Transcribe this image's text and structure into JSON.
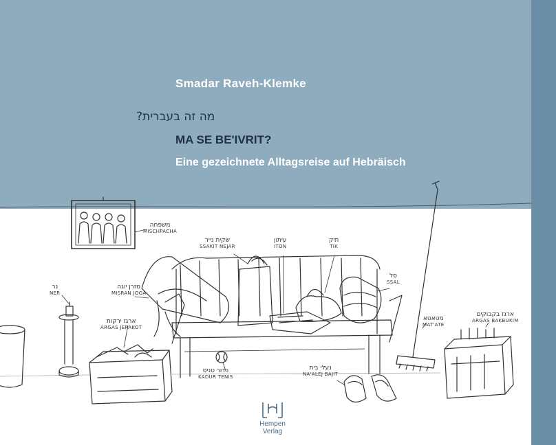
{
  "cover": {
    "author": "Smadar Raveh-Klemke",
    "hebrew_title": "מה זה בעברית?",
    "transliterated_title": "MA SE BE'IVRIT?",
    "subtitle": "Eine gezeichnete Alltagsreise auf Hebräisch",
    "publisher": "Hempen Verlag",
    "colors": {
      "sky": "#8facbf",
      "spine": "#6a8fa6",
      "text_dark": "#1f2f44",
      "publisher_blue": "#4a6d87"
    }
  },
  "labels": {
    "mischpacha": {
      "he": "משפחה",
      "tr": "MISCHPACHA"
    },
    "ssakit_nejar": {
      "he": "שקית נייר",
      "tr": "SSAKIT NEJAR"
    },
    "iton": {
      "he": "עיתון",
      "tr": "ITON"
    },
    "tik": {
      "he": "תיק",
      "tr": "TIK"
    },
    "ssal": {
      "he": "סל",
      "tr": "SSAL"
    },
    "ner": {
      "he": "נר",
      "tr": "NER"
    },
    "misran_joga": {
      "he": "מזרן יוגה",
      "tr": "MISRAN JOGA"
    },
    "argas_jerakot": {
      "he": "ארגז ירקות",
      "tr": "ARGAS JERAKOT"
    },
    "matate": {
      "he": "מטאטא",
      "tr": "MAT'ATE"
    },
    "argas_bakbukim": {
      "he": "ארגז בקבוקים",
      "tr": "ARGAS BAKBUKIM"
    },
    "kadur_tenis": {
      "he": "כדור טניס",
      "tr": "KADUR TENIS"
    },
    "naalei_bajit": {
      "he": "נעלי בית",
      "tr": "NA'ALEJ BAJIT"
    }
  }
}
